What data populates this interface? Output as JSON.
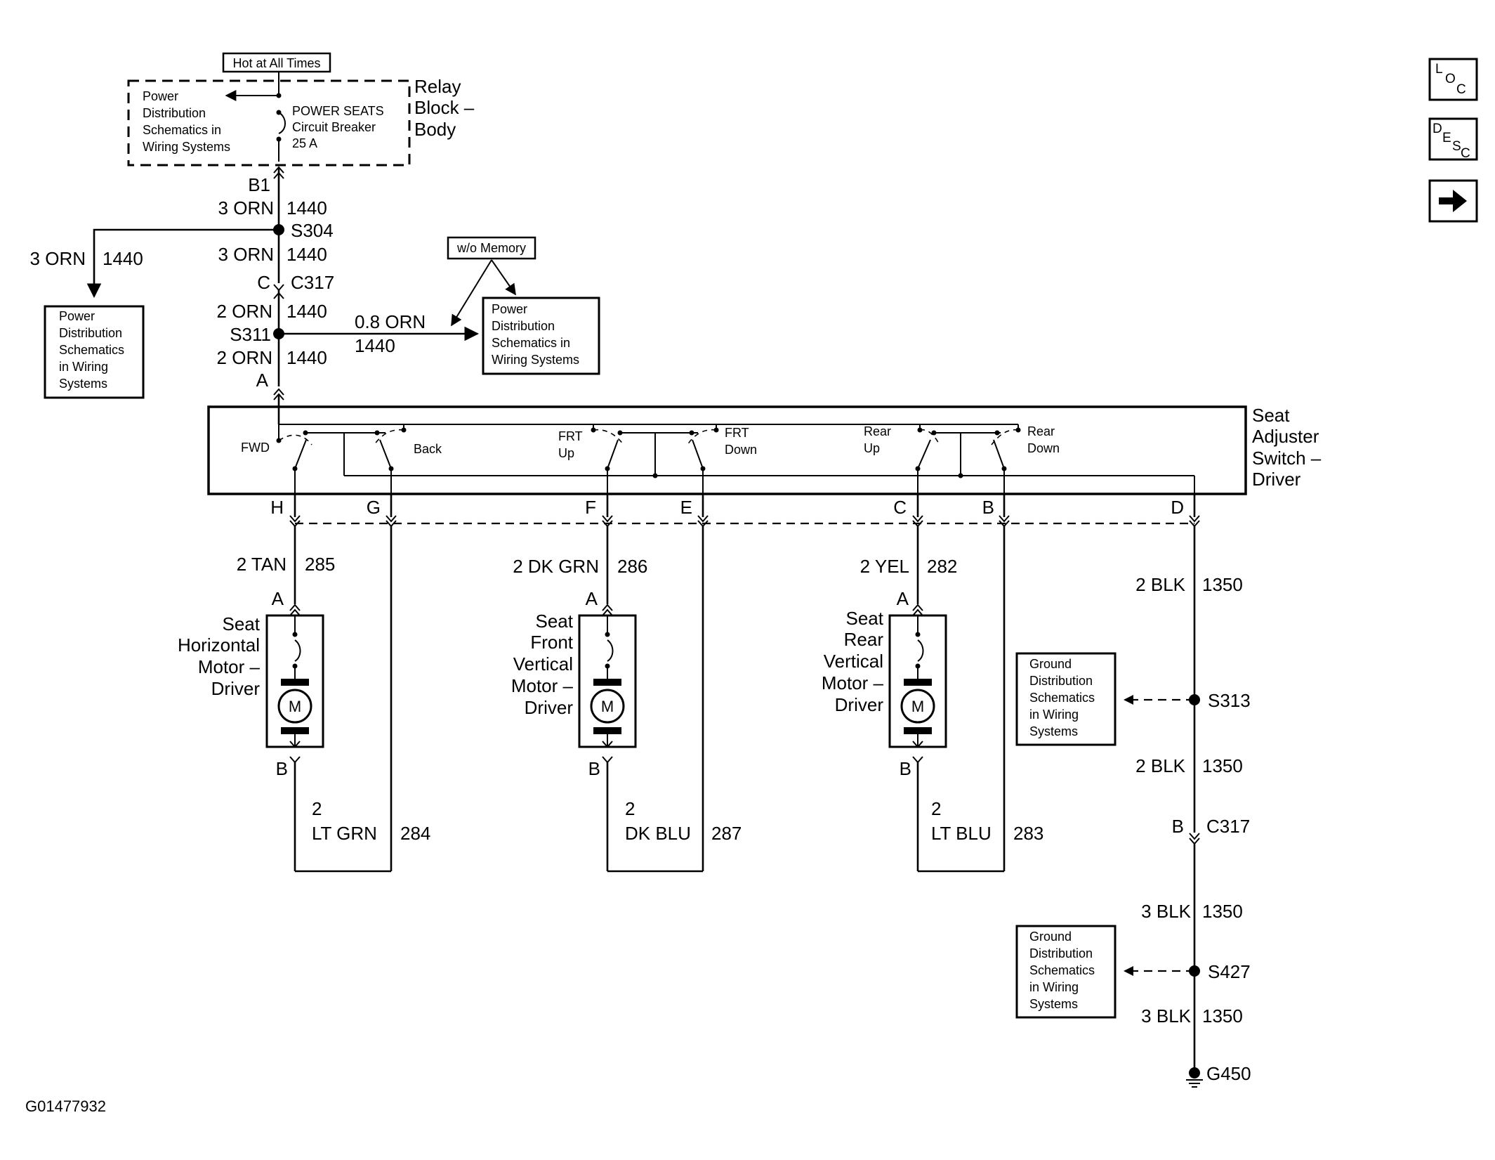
{
  "figure_id": "G01477932",
  "nav_buttons": {
    "loc": [
      "L",
      "O",
      "C"
    ],
    "desc": [
      "D",
      "E",
      "S",
      "C"
    ],
    "next_icon": "arrow-right-icon"
  },
  "power": {
    "hot_label": "Hot at All Times",
    "pd_ref_left": [
      "Power",
      "Distribution",
      "Schematics in",
      "Wiring Systems"
    ],
    "breaker": [
      "POWER SEATS",
      "Circuit Breaker",
      "25 A"
    ],
    "relay_block": [
      "Relay",
      "Block –",
      "Body"
    ],
    "b1": "B1",
    "w1_gauge": "3 ORN",
    "w1_circuit": "1440",
    "s304": "S304",
    "branch_gauge": "3 ORN",
    "branch_circuit": "1440",
    "pd_ref_lower": [
      "Power",
      "Distribution",
      "Schematics",
      "in Wiring",
      "Systems"
    ],
    "w2_gauge": "3 ORN",
    "w2_circuit": "1440",
    "c317_pin": "C",
    "c317": "C317",
    "w3_gauge": "2 ORN",
    "w3_circuit": "1440",
    "s311": "S311",
    "w4_gauge": "2 ORN",
    "w4_circuit": "1440",
    "a_pin": "A",
    "memory_label": "w/o Memory",
    "mem_gauge": "0.8 ORN",
    "mem_circuit": "1440",
    "pd_ref_right": [
      "Power",
      "Distribution",
      "Schematics in",
      "Wiring Systems"
    ]
  },
  "switch": {
    "name": [
      "Seat",
      "Adjuster",
      "Switch –",
      "Driver"
    ],
    "fwd": "FWD",
    "back": "Back",
    "frt_up": [
      "FRT",
      "Up"
    ],
    "frt_down": [
      "FRT",
      "Down"
    ],
    "rear_up": [
      "Rear",
      "Up"
    ],
    "rear_down": [
      "Rear",
      "Down"
    ],
    "pins": [
      "H",
      "G",
      "F",
      "E",
      "C",
      "B",
      "D"
    ]
  },
  "motors": [
    {
      "name": [
        "Seat",
        "Horizontal",
        "Motor –",
        "Driver"
      ],
      "in_gauge": "2 TAN",
      "in_circuit": "285",
      "pin_a": "A",
      "pin_b": "B",
      "symbol": "M",
      "out_gauge": [
        "2",
        "LT GRN"
      ],
      "out_circuit": "284"
    },
    {
      "name": [
        "Seat",
        "Front",
        "Vertical",
        "Motor –",
        "Driver"
      ],
      "in_gauge": "2 DK GRN",
      "in_circuit": "286",
      "pin_a": "A",
      "pin_b": "B",
      "symbol": "M",
      "out_gauge": [
        "2",
        "DK BLU"
      ],
      "out_circuit": "287"
    },
    {
      "name": [
        "Seat",
        "Rear",
        "Vertical",
        "Motor –",
        "Driver"
      ],
      "in_gauge": "2 YEL",
      "in_circuit": "282",
      "pin_a": "A",
      "pin_b": "B",
      "symbol": "M",
      "out_gauge": [
        "2",
        "LT BLU"
      ],
      "out_circuit": "283"
    }
  ],
  "ground": {
    "g1_gauge": "2 BLK",
    "g1_circuit": "1350",
    "ref1": [
      "Ground",
      "Distribution",
      "Schematics",
      "in Wiring",
      "Systems"
    ],
    "s313": "S313",
    "g2_gauge": "2 BLK",
    "g2_circuit": "1350",
    "c317_pin": "B",
    "c317": "C317",
    "g3_gauge": "3 BLK",
    "g3_circuit": "1350",
    "ref2": [
      "Ground",
      "Distribution",
      "Schematics",
      "in Wiring",
      "Systems"
    ],
    "s427": "S427",
    "g4_gauge": "3 BLK",
    "g4_circuit": "1350",
    "g450": "G450"
  }
}
